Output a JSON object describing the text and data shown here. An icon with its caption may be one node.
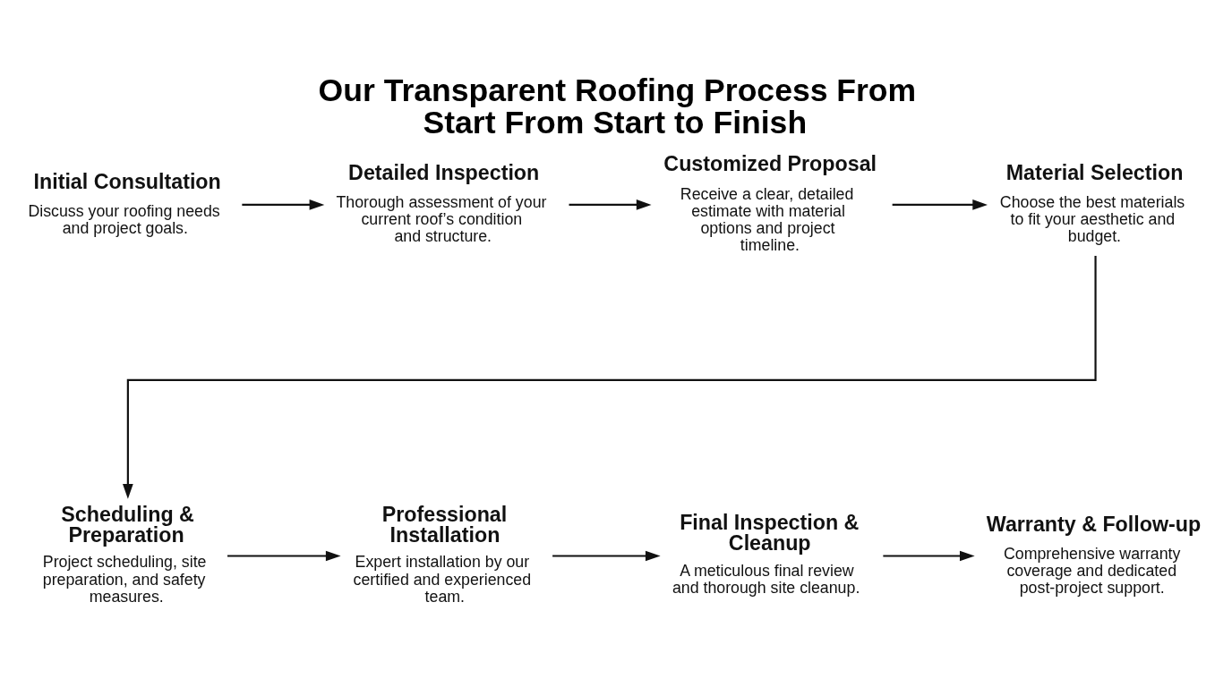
{
  "diagram": {
    "title": "Our Transparent Roofing Process From Start From Start to Finish",
    "nodes": [
      {
        "text": [
          "Initial Consultation",
          "Discuss your roofing needs and project goals."
        ]
      },
      {
        "text": [
          "Detailed Inspection",
          "Thorough assessment of your current roof’s condition and structure."
        ]
      },
      {
        "text": [
          "Customized Proposal",
          "Receive a clear, detailed estimate with material options and project timeline."
        ]
      },
      {
        "text": [
          "Material Selection",
          "Choose the best materials to fit your aesthetic and budget."
        ]
      },
      {
        "text": [
          "Scheduling & Preparation",
          "Project scheduling, site preparation, and safety measures."
        ]
      },
      {
        "text": [
          "Professional Installation",
          "Expert installation by our certified and experienced team."
        ]
      },
      {
        "text": [
          "Final Inspection & Cleanup",
          "A meticulous final review and thorough site cleanup."
        ]
      },
      {
        "text": [
          "Warranty & Follow-up",
          "Comprehensive warranty coverage and dedicated post-project support."
        ]
      }
    ],
    "edges": [
      {
        "from": 0,
        "to": 1,
        "arrow": "to"
      },
      {
        "from": 1,
        "to": 2,
        "arrow": "to"
      },
      {
        "from": 2,
        "to": 3,
        "arrow": "to"
      },
      {
        "from": 3,
        "to": 4,
        "arrow": "to"
      },
      {
        "from": 4,
        "to": 5,
        "arrow": "to"
      },
      {
        "from": 5,
        "to": 6,
        "arrow": "to"
      },
      {
        "from": 6,
        "to": 7,
        "arrow": "to"
      }
    ]
  }
}
